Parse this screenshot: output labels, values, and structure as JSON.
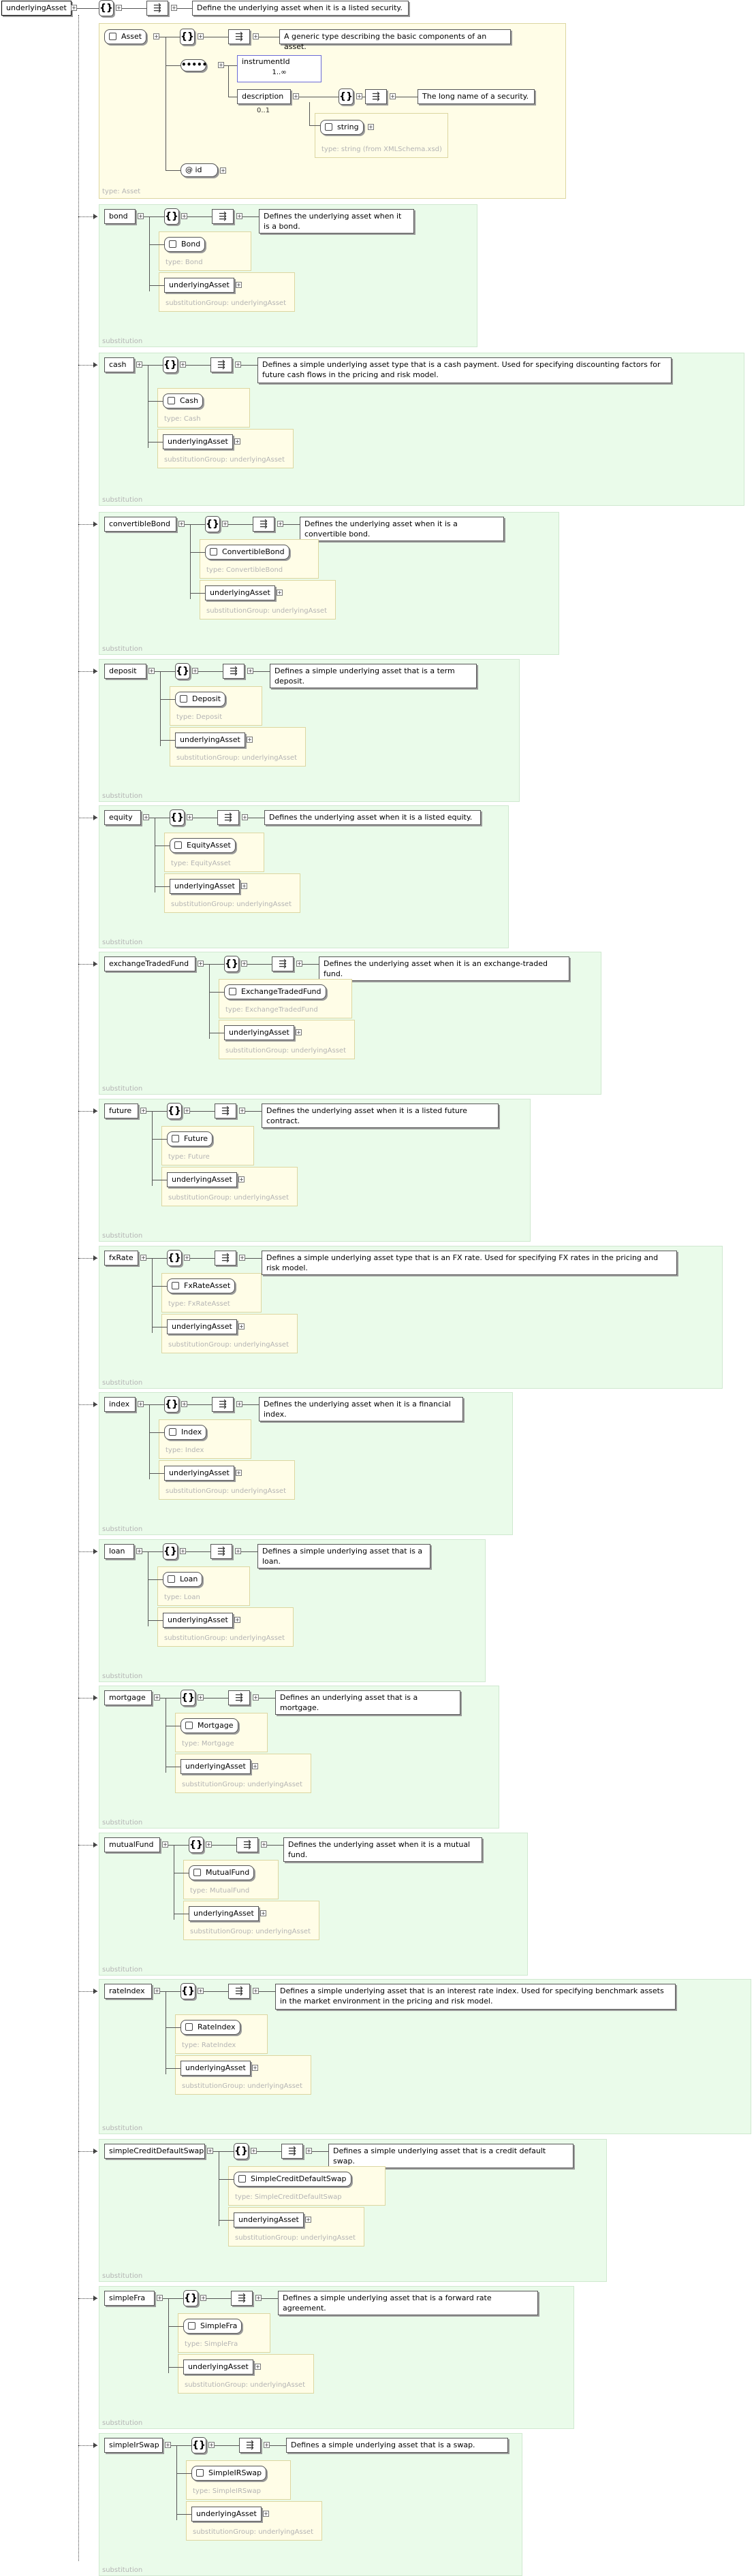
{
  "root": {
    "name": "underlyingAsset",
    "annotation": "Define the underlying asset when it is a listed security."
  },
  "asset_type": {
    "name": "Asset",
    "annotation": "A generic type describing the basic components of an asset.",
    "caption": "type: Asset",
    "instrumentId": {
      "name": "instrumentId",
      "occurs": "1..∞"
    },
    "description": {
      "name": "description",
      "occurs": "0..1",
      "annotation": "The long name of a security.",
      "type_name": "string",
      "type_caption": "type: string (from XMLSchema.xsd)"
    },
    "id_attr": "id"
  },
  "substitution_caption": "substitution",
  "substitutions": [
    {
      "name": "bond",
      "annotation": "Defines the underlying asset when it is a bond.",
      "type_name": "Bond",
      "type_caption": "type: Bond",
      "group_name": "underlyingAsset",
      "group_caption": "substitutionGroup: underlyingAsset"
    },
    {
      "name": "cash",
      "annotation": "Defines a simple underlying asset type that is a cash payment. Used for specifying discounting factors for future cash flows in the pricing and risk model.",
      "type_name": "Cash",
      "type_caption": "type: Cash",
      "group_name": "underlyingAsset",
      "group_caption": "substitutionGroup: underlyingAsset"
    },
    {
      "name": "convertibleBond",
      "annotation": "Defines the underlying asset when it is a convertible bond.",
      "type_name": "ConvertibleBond",
      "type_caption": "type: ConvertibleBond",
      "group_name": "underlyingAsset",
      "group_caption": "substitutionGroup: underlyingAsset"
    },
    {
      "name": "deposit",
      "annotation": "Defines a simple underlying asset that is a term deposit.",
      "type_name": "Deposit",
      "type_caption": "type: Deposit",
      "group_name": "underlyingAsset",
      "group_caption": "substitutionGroup: underlyingAsset"
    },
    {
      "name": "equity",
      "annotation": "Defines the underlying asset when it is a listed equity.",
      "type_name": "EquityAsset",
      "type_caption": "type: EquityAsset",
      "group_name": "underlyingAsset",
      "group_caption": "substitutionGroup: underlyingAsset"
    },
    {
      "name": "exchangeTradedFund",
      "annotation": "Defines the underlying asset when it is an exchange-traded fund.",
      "type_name": "ExchangeTradedFund",
      "type_caption": "type: ExchangeTradedFund",
      "group_name": "underlyingAsset",
      "group_caption": "substitutionGroup: underlyingAsset"
    },
    {
      "name": "future",
      "annotation": "Defines the underlying asset when it is a listed future contract.",
      "type_name": "Future",
      "type_caption": "type: Future",
      "group_name": "underlyingAsset",
      "group_caption": "substitutionGroup: underlyingAsset"
    },
    {
      "name": "fxRate",
      "annotation": "Defines a simple underlying asset type that is an FX rate. Used for specifying FX rates in the pricing and risk model.",
      "type_name": "FxRateAsset",
      "type_caption": "type: FxRateAsset",
      "group_name": "underlyingAsset",
      "group_caption": "substitutionGroup: underlyingAsset"
    },
    {
      "name": "index",
      "annotation": "Defines the underlying asset when it is a financial index.",
      "type_name": "Index",
      "type_caption": "type: Index",
      "group_name": "underlyingAsset",
      "group_caption": "substitutionGroup: underlyingAsset"
    },
    {
      "name": "loan",
      "annotation": "Defines a simple underlying asset that is a loan.",
      "type_name": "Loan",
      "type_caption": "type: Loan",
      "group_name": "underlyingAsset",
      "group_caption": "substitutionGroup: underlyingAsset"
    },
    {
      "name": "mortgage",
      "annotation": "Defines an underlying asset that is a mortgage.",
      "type_name": "Mortgage",
      "type_caption": "type: Mortgage",
      "group_name": "underlyingAsset",
      "group_caption": "substitutionGroup: underlyingAsset"
    },
    {
      "name": "mutualFund",
      "annotation": "Defines the underlying asset when it is a mutual fund.",
      "type_name": "MutualFund",
      "type_caption": "type: MutualFund",
      "group_name": "underlyingAsset",
      "group_caption": "substitutionGroup: underlyingAsset"
    },
    {
      "name": "rateIndex",
      "annotation": "Defines a simple underlying asset that is an interest rate index. Used for specifying benchmark assets in the market environment in the pricing and risk model.",
      "type_name": "RateIndex",
      "type_caption": "type: RateIndex",
      "group_name": "underlyingAsset",
      "group_caption": "substitutionGroup: underlyingAsset"
    },
    {
      "name": "simpleCreditDefaultSwap",
      "annotation": "Defines a simple underlying asset that is a credit default swap.",
      "type_name": "SimpleCreditDefaultSwap",
      "type_caption": "type: SimpleCreditDefaultSwap",
      "group_name": "underlyingAsset",
      "group_caption": "substitutionGroup: underlyingAsset"
    },
    {
      "name": "simpleFra",
      "annotation": "Defines a simple underlying asset that is a forward rate agreement.",
      "type_name": "SimpleFra",
      "type_caption": "type: SimpleFra",
      "group_name": "underlyingAsset",
      "group_caption": "substitutionGroup: underlyingAsset"
    },
    {
      "name": "simpleIrSwap",
      "annotation": "Defines a simple underlying asset that is a swap.",
      "type_name": "SimpleIRSwap",
      "type_caption": "type: SimpleIRSwap",
      "group_name": "underlyingAsset",
      "group_caption": "substitutionGroup: underlyingAsset"
    }
  ]
}
